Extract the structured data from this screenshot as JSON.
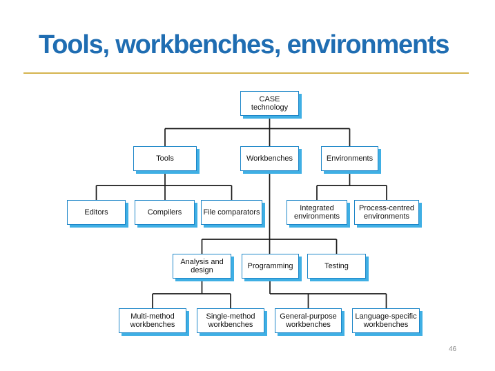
{
  "slide": {
    "title": "Tools, workbenches, environments",
    "page_number": "46"
  },
  "colors": {
    "title_text": "#1f6db2",
    "title_divider": "#d4b44e",
    "node_border": "#1d86c8",
    "node_shadow": "#3fafe4",
    "node_fill": "#ffffff",
    "connector": "#1a1a1a",
    "page_number_text": "#898989"
  },
  "diagram": {
    "type": "hierarchy-tree",
    "nodes": {
      "case_technology": {
        "label": "CASE technology",
        "parent": null
      },
      "tools": {
        "label": "Tools",
        "parent": "case_technology"
      },
      "workbenches": {
        "label": "Workbenches",
        "parent": "case_technology"
      },
      "environments": {
        "label": "Environments",
        "parent": "case_technology"
      },
      "editors": {
        "label": "Editors",
        "parent": "tools"
      },
      "compilers": {
        "label": "Compilers",
        "parent": "tools"
      },
      "file_comparators": {
        "label": "File comparators",
        "parent": "tools"
      },
      "integrated_environments": {
        "label": "Integrated environments",
        "parent": "environments"
      },
      "process_centred_environments": {
        "label": "Process-centred environments",
        "parent": "environments"
      },
      "analysis_and_design": {
        "label": "Analysis and design",
        "parent": "workbenches"
      },
      "programming": {
        "label": "Programming",
        "parent": "workbenches"
      },
      "testing": {
        "label": "Testing",
        "parent": "workbenches"
      },
      "multi_method_workbenches": {
        "label": "Multi-method workbenches",
        "parent": "analysis_and_design"
      },
      "single_method_workbenches": {
        "label": "Single-method workbenches",
        "parent": "analysis_and_design"
      },
      "general_purpose_workbenches": {
        "label": "General-purpose workbenches",
        "parent": "programming"
      },
      "language_specific_workbenches": {
        "label": "Language-specific workbenches",
        "parent": "programming"
      }
    }
  }
}
